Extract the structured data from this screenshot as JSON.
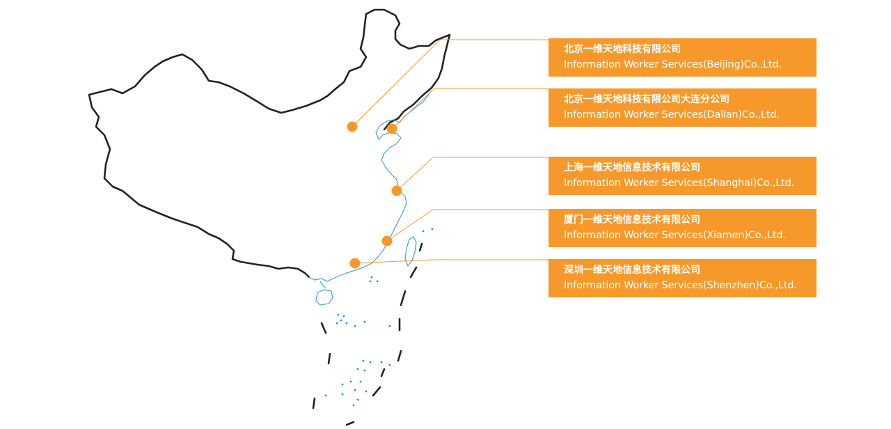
{
  "map": {
    "colors": {
      "accent": "#f7992a",
      "border": "#222222",
      "coast": "#3aa3d8",
      "islands": "#1f8fd0"
    }
  },
  "offices": [
    {
      "city": "beijing",
      "name_zh": "北京一维天地科技有限公司",
      "name_en": "Information Worker Services(Beijing)Co.,Ltd."
    },
    {
      "city": "dalian",
      "name_zh": "北京一维天地科技有限公司大连分公司",
      "name_en": "Information Worker Services(Dalian)Co.,Ltd."
    },
    {
      "city": "shanghai",
      "name_zh": "上海一维天地信息技术有限公司",
      "name_en": "Information Worker Services(Shanghai)Co.,Ltd."
    },
    {
      "city": "xiamen",
      "name_zh": "厦门一维天地信息技术有限公司",
      "name_en": "Information Worker Services(Xiamen)Co.,Ltd."
    },
    {
      "city": "shenzhen",
      "name_zh": "深圳一维天地信息技术有限公司",
      "name_en": "Information Worker Services(Shenzhen)Co.,Ltd."
    }
  ]
}
